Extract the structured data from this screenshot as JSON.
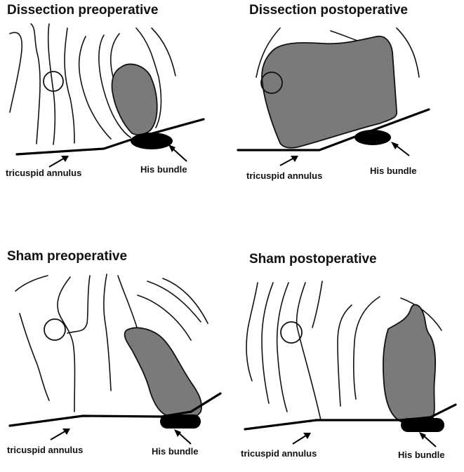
{
  "panels": [
    {
      "title": "Dissection preoperative",
      "annulus_label": "tricuspid annulus",
      "his_label": "His bundle"
    },
    {
      "title": "Dissection postoperative",
      "annulus_label": "tricuspid annulus",
      "his_label": "His bundle"
    },
    {
      "title": "Sham preoperative",
      "annulus_label": "tricuspid annulus",
      "his_label": "His bundle"
    },
    {
      "title": "Sham postoperative",
      "annulus_label": "tricuspid annulus",
      "his_label": "His bundle"
    }
  ],
  "colors": {
    "region": "#7a7a7a",
    "his_bundle": "#000000",
    "lines": "#111111"
  }
}
